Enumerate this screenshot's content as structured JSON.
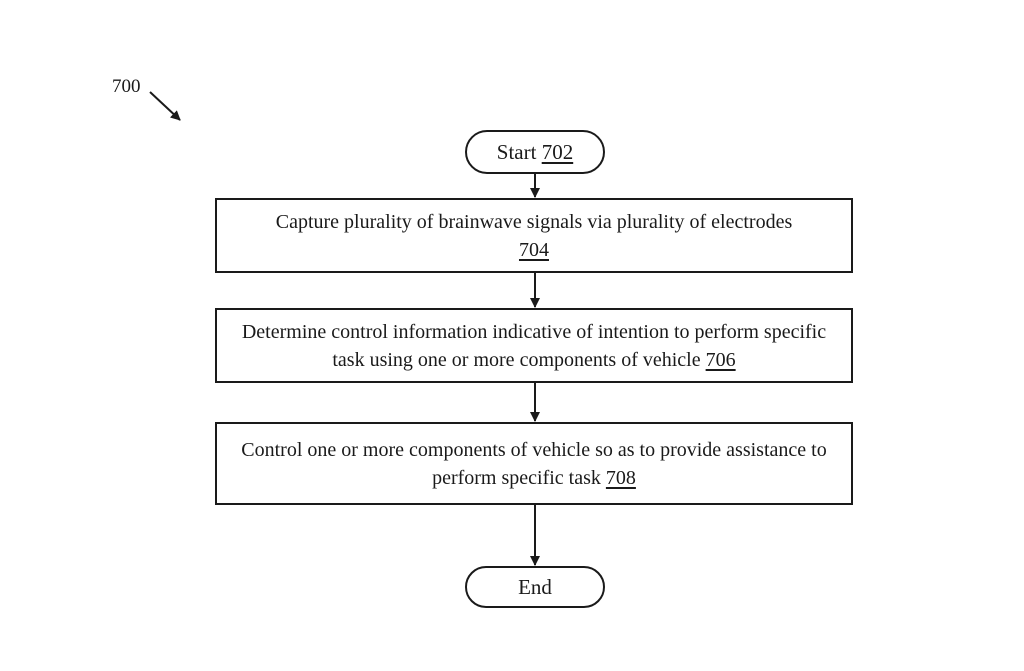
{
  "figure": {
    "label": "700"
  },
  "nodes": {
    "start": {
      "text": "Start",
      "ref": "702"
    },
    "step1": {
      "text": "Capture plurality of brainwave signals via plurality of electrodes",
      "ref": "704"
    },
    "step2": {
      "text": "Determine control information indicative of intention to perform specific task using one or more components of vehicle",
      "ref": "706"
    },
    "step3": {
      "text": "Control one or more components of vehicle so as to provide assistance to perform specific task",
      "ref": "708"
    },
    "end": {
      "text": "End"
    }
  }
}
